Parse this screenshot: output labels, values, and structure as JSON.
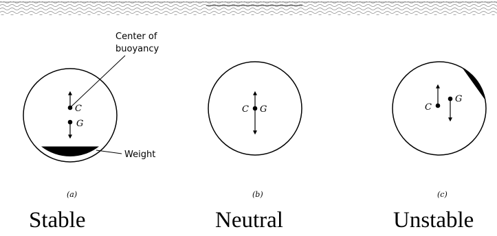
{
  "annotations": {
    "center_of_buoyancy": [
      "Center of",
      "buoyancy"
    ],
    "weight": "Weight"
  },
  "panels": [
    {
      "id": "a",
      "sublabel": "(a)",
      "caption": "Stable",
      "c_label": "C",
      "g_label": "G"
    },
    {
      "id": "b",
      "sublabel": "(b)",
      "caption": "Neutral",
      "c_label": "C",
      "g_label": "G"
    },
    {
      "id": "c",
      "sublabel": "(c)",
      "caption": "Unstable",
      "c_label": "C",
      "g_label": "G"
    }
  ],
  "colors": {
    "ink": "#000000",
    "water": "#8a8a8a",
    "background": "#ffffff"
  }
}
